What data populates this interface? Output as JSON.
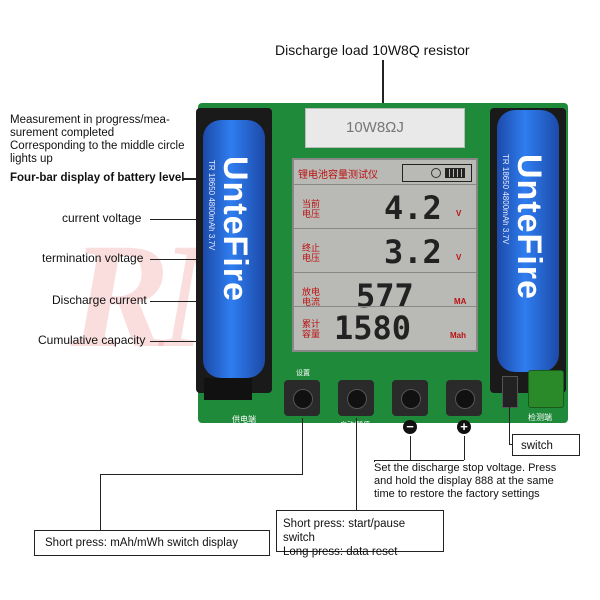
{
  "title_label": "Discharge load 10W8Q resistor",
  "annotations": {
    "measurement": "Measurement in progress/mea-\nsurement completed\nCorresponding to the middle circle\nlights up",
    "four_bar": "Four-bar display of battery level",
    "current_voltage": "current voltage",
    "termination_voltage": "termination voltage",
    "discharge_current": "Discharge current",
    "cumulative_capacity": "Cumulative capacity"
  },
  "callouts": {
    "switch": "switch",
    "stop_voltage": "Set the discharge stop voltage. Press\nand hold the display 888 at the same\ntime to restore the factory settings",
    "start_pause": "Short press: start/pause switch\nLong press: data reset",
    "mah_mwh": "Short press: mAh/mWh switch display"
  },
  "device": {
    "resistor_text": "10W8ΩJ",
    "battery_brand_left": "UnteFire",
    "battery_brand_right": "UnteFire",
    "battery_spec": "TR 18650 4800mAh 3.7V",
    "lcd_header": "锂电池容量测试仪",
    "rows": [
      {
        "cn": "当前\n电压",
        "value": "4.2",
        "unit": "V"
      },
      {
        "cn": "终止\n电压",
        "value": "3.2",
        "unit": "V"
      },
      {
        "cn": "放电\n电流",
        "value": "577",
        "unit": "MA"
      },
      {
        "cn": "累计\n容量",
        "value": "1580",
        "unit": "Mah"
      }
    ],
    "button_labels": [
      "设置",
      "启动/暂停",
      "",
      ""
    ],
    "pcb_bottom_left": "供电端",
    "pcb_bottom_right": "检测端",
    "minus_sign": "−",
    "plus_sign": "+"
  },
  "colors": {
    "pcb": "#1f8a3a",
    "battery": "#2f7df0",
    "lcd": "#b9b9b5",
    "lcd_red": "#b11"
  }
}
